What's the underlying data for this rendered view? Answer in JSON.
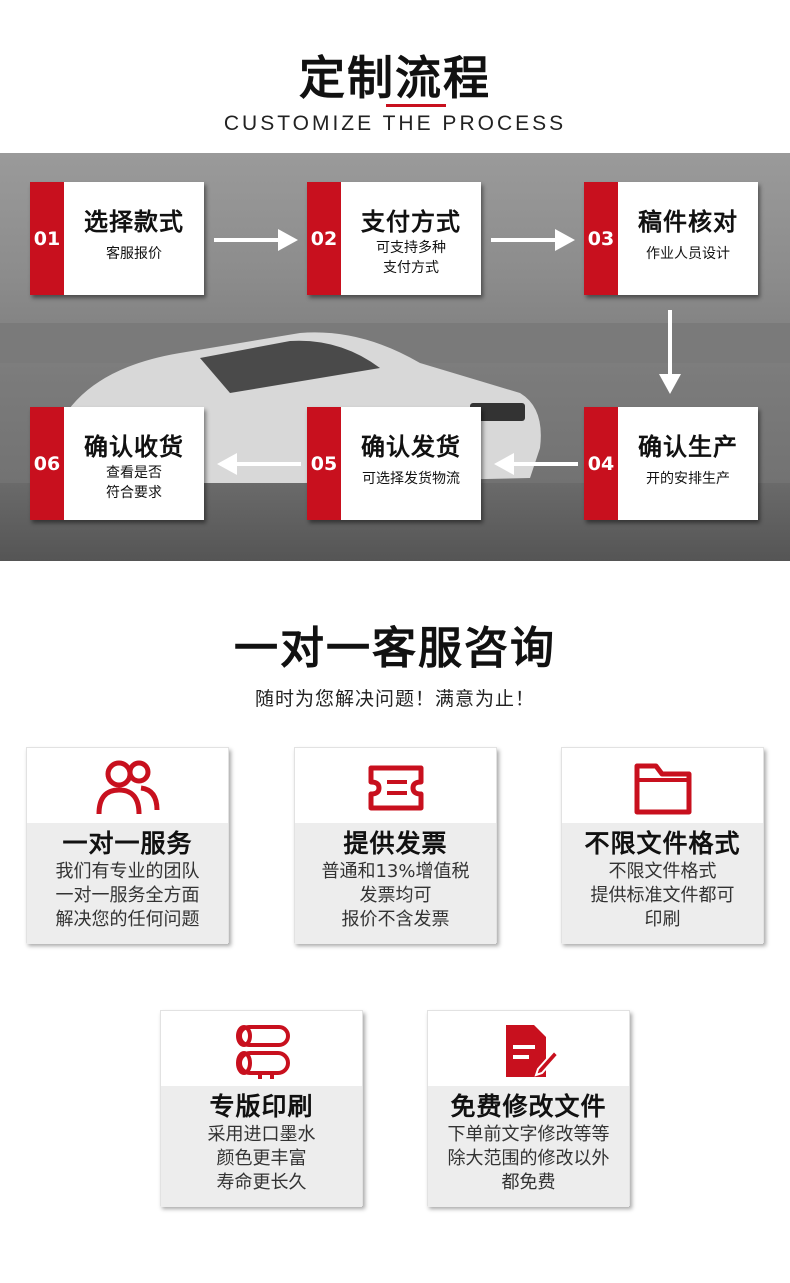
{
  "process": {
    "title": "定制流程",
    "subtitle": "CUSTOMIZE THE PROCESS",
    "accent_color": "#c8101e",
    "steps": [
      {
        "num": "01",
        "title": "选择款式",
        "desc1": "客服报价",
        "desc2": ""
      },
      {
        "num": "02",
        "title": "支付方式",
        "desc1": "可支持多种",
        "desc2": "支付方式"
      },
      {
        "num": "03",
        "title": "稿件核对",
        "desc1": "作业人员设计",
        "desc2": ""
      },
      {
        "num": "04",
        "title": "确认生产",
        "desc1": "开的安排生产",
        "desc2": ""
      },
      {
        "num": "05",
        "title": "确认发货",
        "desc1": "可选择发货物流",
        "desc2": ""
      },
      {
        "num": "06",
        "title": "确认收货",
        "desc1": "查看是否",
        "desc2": "符合要求"
      }
    ]
  },
  "service": {
    "title": "一对一客服咨询",
    "subtitle": "随时为您解决问题！满意为止！",
    "cards": [
      {
        "icon": "users-icon",
        "title": "一对一服务",
        "lines": [
          "我们有专业的团队",
          "一对一服务全方面",
          "解决您的任何问题"
        ]
      },
      {
        "icon": "ticket-icon",
        "title": "提供发票",
        "lines": [
          "普通和13%增值税",
          "发票均可",
          "报价不含发票"
        ]
      },
      {
        "icon": "folder-icon",
        "title": "不限文件格式",
        "lines": [
          "不限文件格式",
          "提供标准文件都可",
          "印刷"
        ]
      },
      {
        "icon": "paper-roll-icon",
        "title": "专版印刷",
        "lines": [
          "采用进口墨水",
          "颜色更丰富",
          "寿命更长久"
        ]
      },
      {
        "icon": "edit-document-icon",
        "title": "免费修改文件",
        "lines": [
          "下单前文字修改等等",
          "除大范围的修改以外",
          "都免费"
        ]
      }
    ]
  }
}
